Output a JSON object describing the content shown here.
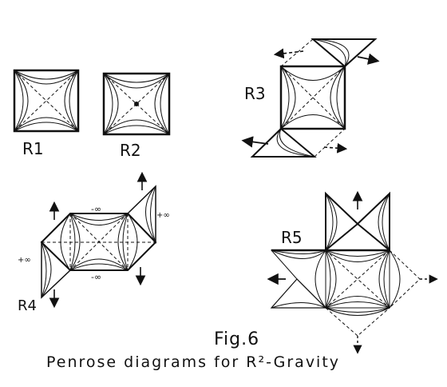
{
  "figure": {
    "number_label": "Fig.6",
    "caption": "Penrose diagrams for R²-Gravity"
  },
  "labels": {
    "r1": "R1",
    "r2": "R2",
    "r3": "R3",
    "r4": "R4",
    "r5": "R5"
  },
  "infinity_marks": {
    "r4_top": "-∞",
    "r4_bottom": "-∞",
    "r4_left": "+∞",
    "r4_right": "+∞"
  },
  "colors": {
    "ink": "#111111",
    "paper": "#ffffff"
  }
}
